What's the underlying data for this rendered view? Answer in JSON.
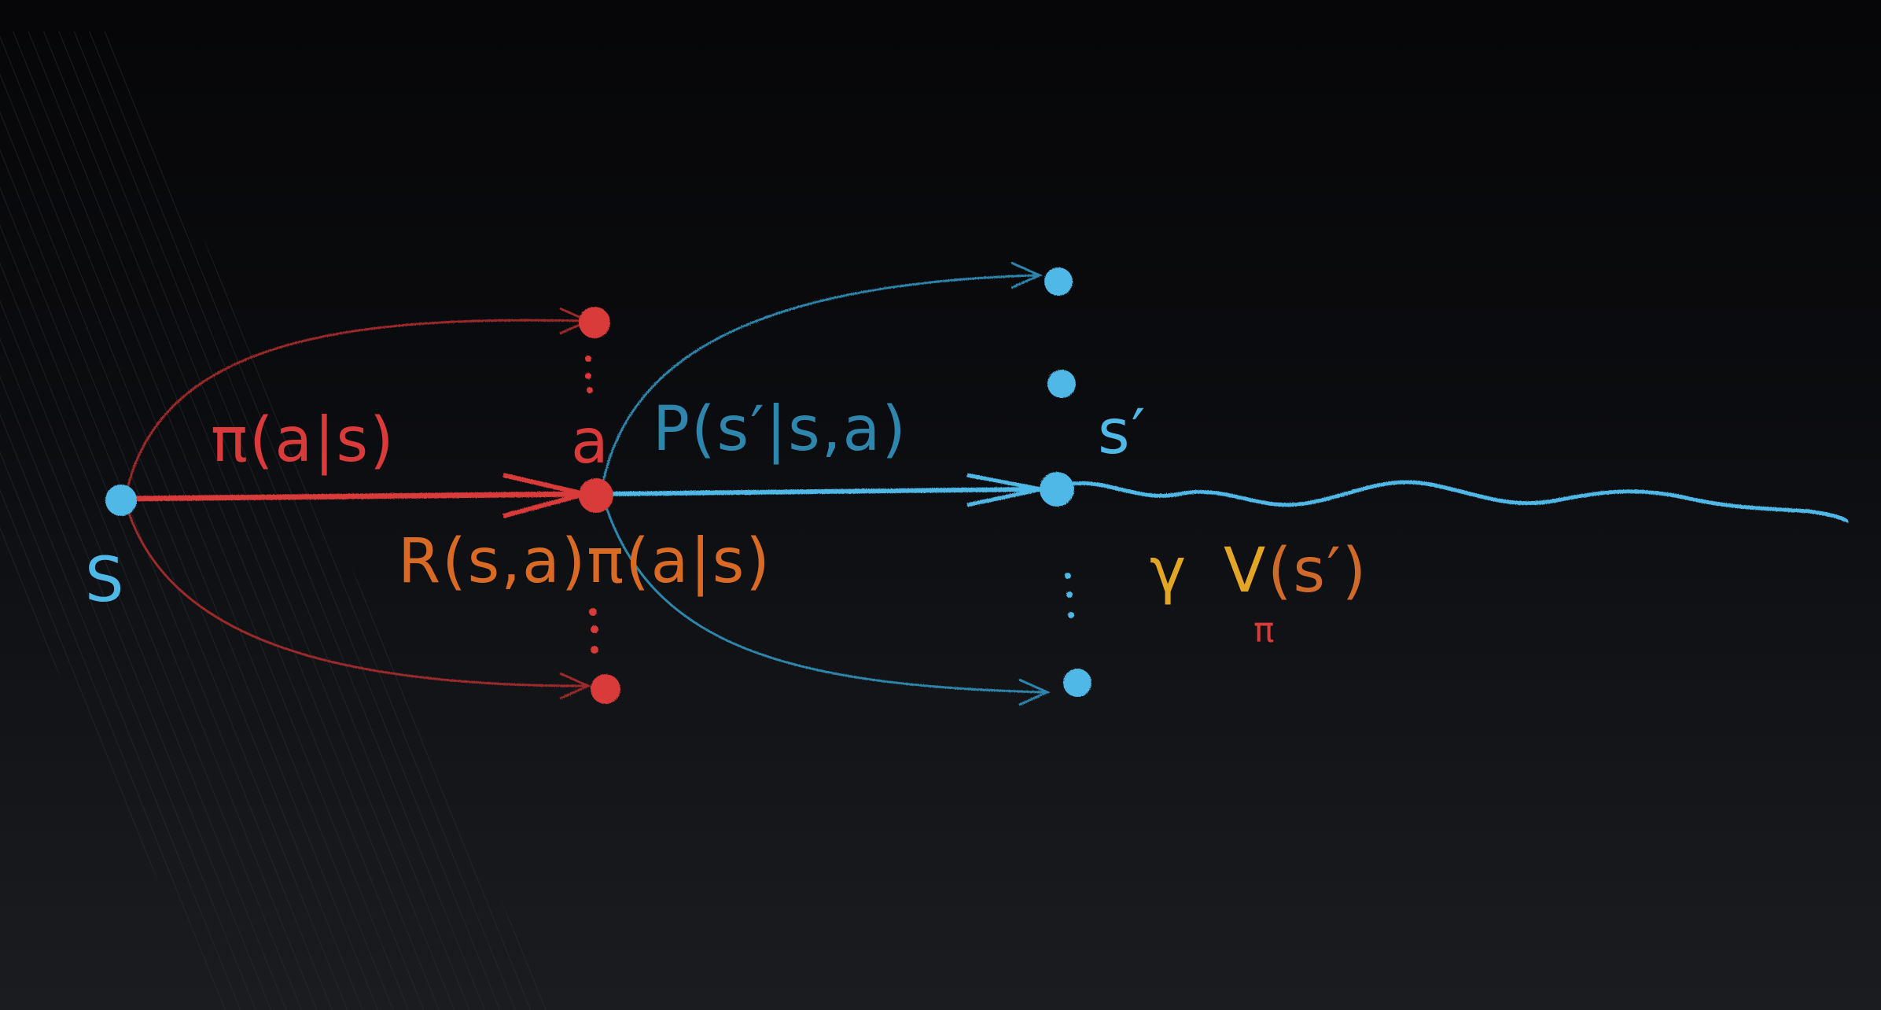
{
  "colors": {
    "state_blue": "#4fb8e6",
    "transition_blue": "#2f86ad",
    "action_red": "#d93a3a",
    "edge_red": "#9c2b2b",
    "reward_orange": "#d86a26",
    "gamma_yellow": "#e3a526",
    "value_orange": "#d06a2a",
    "subscript_red": "#d93a3a"
  },
  "labels": {
    "state": "S",
    "action": "a",
    "next_state": "s′",
    "policy": "π(a|s)",
    "transition": "P(s′|s,a)",
    "reward_term": "R(s,a)π(a|s)",
    "gamma": "γ",
    "value": "V",
    "value_subscript": "π",
    "value_arg": "(s′)",
    "vertical_dots": "⋮"
  },
  "icons": {
    "state_node": "blue-dot",
    "action_node": "red-dot",
    "trajectory": "wavy-line"
  }
}
